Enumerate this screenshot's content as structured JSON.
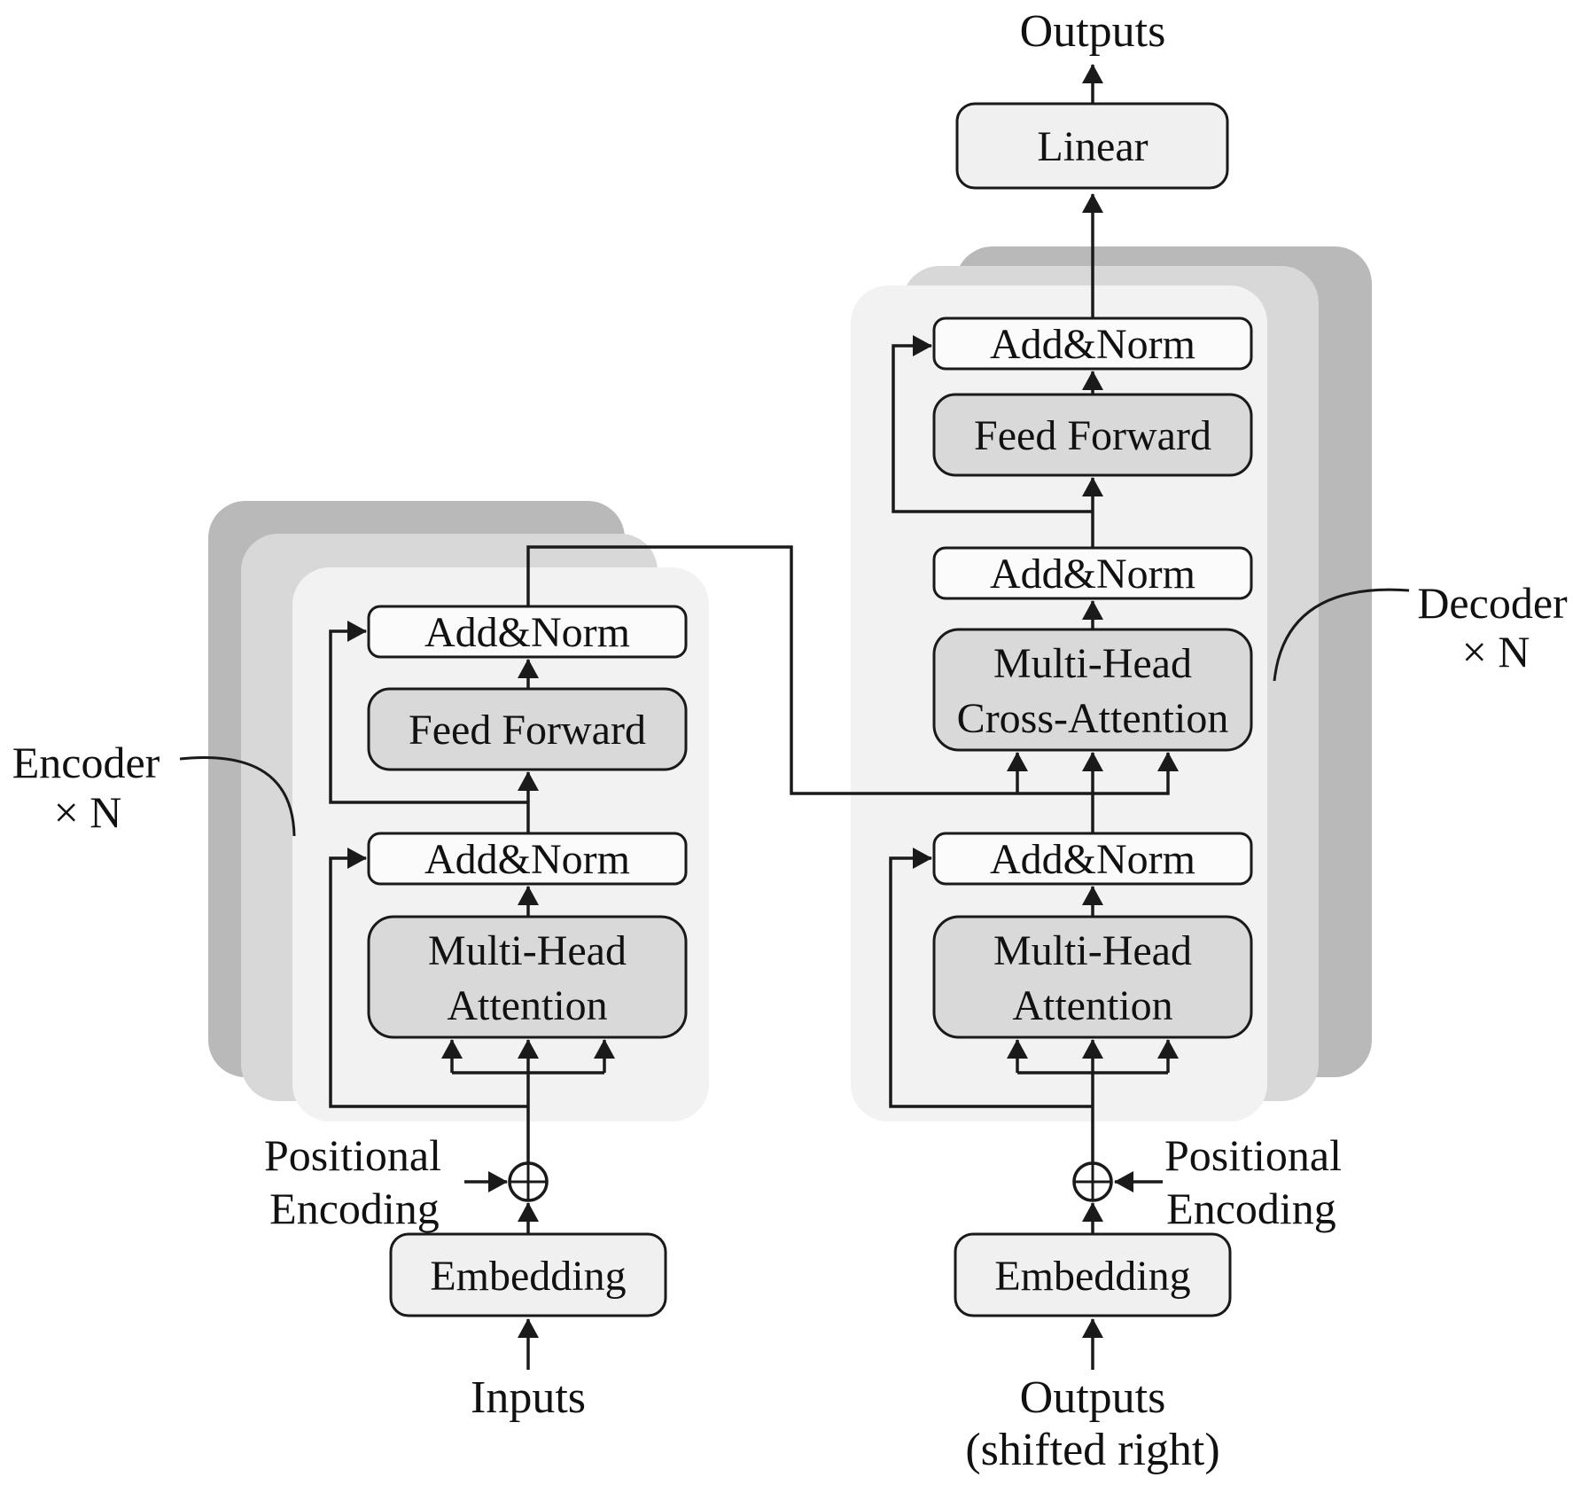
{
  "colors": {
    "panel_back": "#b9b9b9",
    "panel_mid": "#d8d8d8",
    "panel_front": "#f2f2f2",
    "box_light": "#fbfbfb",
    "box_gray": "#d9d9d9",
    "box_io": "#f0f0f0",
    "stroke": "#1a1a1a"
  },
  "top": {
    "outputs_label": "Outputs",
    "linear_label": "Linear"
  },
  "encoder": {
    "label": "Encoder",
    "multiplier": "× N",
    "add_norm_top": "Add&Norm",
    "feed_forward": "Feed Forward",
    "add_norm_bottom": "Add&Norm",
    "attention_line1": "Multi-Head",
    "attention_line2": "Attention",
    "positional_line1": "Positional",
    "positional_line2": "Encoding",
    "embedding": "Embedding",
    "input_label": "Inputs"
  },
  "decoder": {
    "label": "Decoder",
    "multiplier": "× N",
    "add_norm_top": "Add&Norm",
    "feed_forward": "Feed Forward",
    "add_norm_middle": "Add&Norm",
    "cross_attention_line1": "Multi-Head",
    "cross_attention_line2": "Cross-Attention",
    "add_norm_bottom": "Add&Norm",
    "attention_line1": "Multi-Head",
    "attention_line2": "Attention",
    "positional_line1": "Positional",
    "positional_line2": "Encoding",
    "embedding": "Embedding",
    "output_label_line1": "Outputs",
    "output_label_line2": "(shifted right)"
  }
}
